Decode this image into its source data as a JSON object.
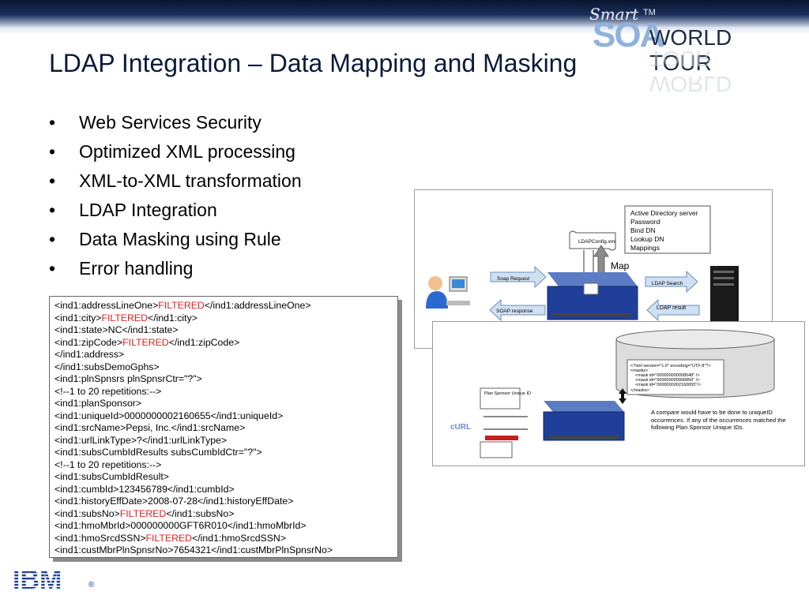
{
  "header": {
    "logo_smart": "Smart",
    "logo_soa": "SOA",
    "logo_world_tour": "WORLD TOUR",
    "logo_tm": "TM"
  },
  "slide_title": "LDAP Integration – Data Mapping and Masking",
  "bullets": [
    "Web Services Security",
    "Optimized XML processing",
    "XML-to-XML transformation",
    "LDAP Integration",
    "Data Masking using Rule",
    "Error handling"
  ],
  "bullet_glyph": "•",
  "diagram_top": {
    "config_lines": [
      "Active Directory server",
      "Password",
      "Bind DN",
      "Lookup DN",
      "Mappings"
    ],
    "config_file": "LDAPConfig.xml",
    "map_label": "Map",
    "soap_request": "Soap Request",
    "soap_response": "SOAP response",
    "ldap_search": "LDAP Search",
    "ldap_result": "LDAP result"
  },
  "diagram_bottom": {
    "xml_lines": [
      "<?xml version=\"1.0\" encoding=\"UTF-8\"?>",
      "<masks>",
      "<mask id=\"000000000008548\" />",
      "<mask id=\"000000000006850\" />",
      "<mask id=\"0000000002160655\"/>",
      "</masks>"
    ],
    "doc_label": "Plan Sponsor Unique ID",
    "curl_label": "cURL",
    "note": "A compare would have to be done to uniqueID occurrences. If any of the occurrences matched the following Plan Sponsor Unique IDs."
  },
  "xml_listing": [
    {
      "pre": "<ind1:addressLineOne>",
      "mid": "FILTERED",
      "post": "</ind1:addressLineOne>"
    },
    {
      "pre": "<ind1:city>",
      "mid": "FILTERED",
      "post": "</ind1:city>"
    },
    {
      "pre": "<ind1:state>NC</ind1:state>",
      "mid": "",
      "post": ""
    },
    {
      "pre": "<ind1:zipCode>",
      "mid": "FILTERED",
      "post": "</ind1:zipCode>"
    },
    {
      "pre": "</ind1:address>",
      "mid": "",
      "post": ""
    },
    {
      "pre": "</ind1:subsDemoGphs>",
      "mid": "",
      "post": ""
    },
    {
      "pre": "<ind1:plnSpnsrs plnSpnsrCtr=\"?\">",
      "mid": "",
      "post": ""
    },
    {
      "pre": "<!--1 to 20 repetitions:-->",
      "mid": "",
      "post": ""
    },
    {
      "pre": "<ind1:planSponsor>",
      "mid": "",
      "post": ""
    },
    {
      "pre": "<ind1:uniqueId>0000000002160655</ind1:uniqueId>",
      "mid": "",
      "post": ""
    },
    {
      "pre": "<ind1:srcName>Pepsi, Inc.</ind1:srcName>",
      "mid": "",
      "post": ""
    },
    {
      "pre": "<ind1:urlLinkType>?</ind1:urlLinkType>",
      "mid": "",
      "post": ""
    },
    {
      "pre": "<ind1:subsCumbIdResults subsCumbIdCtr=\"?\">",
      "mid": "",
      "post": ""
    },
    {
      "pre": "<!--1 to 20 repetitions:-->",
      "mid": "",
      "post": ""
    },
    {
      "pre": "<ind1:subsCumbIdResult>",
      "mid": "",
      "post": ""
    },
    {
      "pre": "<ind1:cumbId>123456789</ind1:cumbId>",
      "mid": "",
      "post": ""
    },
    {
      "pre": "<ind1:historyEffDate>2008-07-28</ind1:historyEffDate>",
      "mid": "",
      "post": ""
    },
    {
      "pre": "<ind1:subsNo>",
      "mid": "FILTERED",
      "post": "</ind1:subsNo>"
    },
    {
      "pre": "<ind1:hmoMbrId>000000000GFT6R010</ind1:hmoMbrId>",
      "mid": "",
      "post": ""
    },
    {
      "pre": "<ind1:hmoSrcdSSN>",
      "mid": "FILTERED",
      "post": "</ind1:hmoSrcdSSN>"
    },
    {
      "pre": "<ind1:custMbrPlnSpnsrNo>7654321</ind1:custMbrPlnSpnsrNo>",
      "mid": "",
      "post": ""
    }
  ],
  "footer": {
    "brand": "IBM",
    "registered": "®"
  },
  "colors": {
    "accent_red": "#e02020",
    "appliance_blue": "#1f3f9a",
    "arrow_blue": "#7aa6d8"
  }
}
